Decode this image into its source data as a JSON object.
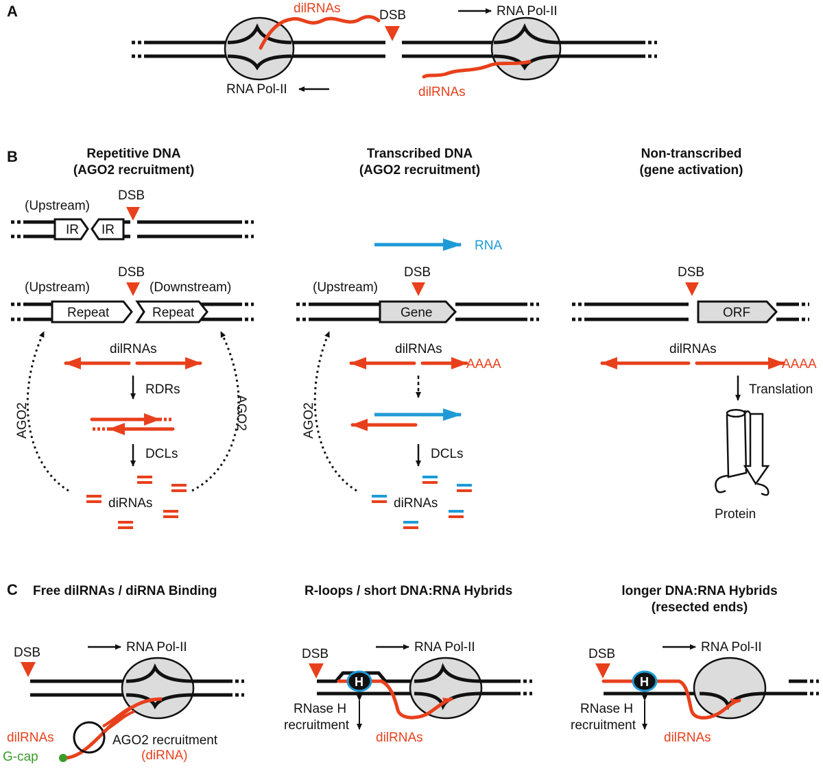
{
  "colors": {
    "rna": "#e8401c",
    "rna_blue": "#1e9bd7",
    "gcap": "#3a9a2a",
    "pol": "#dcdcdc"
  },
  "panelA": {
    "letter": "A",
    "dsb": "DSB",
    "polA": "RNA Pol-II",
    "polB": "RNA Pol-II",
    "rnaTop": "dilRNAs",
    "rnaBottom": "dilRNAs"
  },
  "panelB": {
    "letter": "B",
    "col1": {
      "title1": "Repetitive DNA",
      "title2": "(AGO2 recruitment)",
      "upstreamTop": "(Upstream)",
      "dsbTop": "DSB",
      "ir1": "IR",
      "ir2": "IR",
      "dsb": "DSB",
      "upstream": "(Upstream)",
      "downstream": "(Downstream)",
      "repeat1": "Repeat",
      "repeat2": "Repeat",
      "dilrnas": "dilRNAs",
      "rdrs": "RDRs",
      "dcls": "DCLs",
      "dirnas": "diRNAs",
      "ago2Left": "AGO2",
      "ago2Right": "AGO2"
    },
    "col2": {
      "title1": "Transcribed DNA",
      "title2": "(AGO2 recruitment)",
      "rna": "RNA",
      "dsb": "DSB",
      "upstream": "(Upstream)",
      "gene": "Gene",
      "dilrnas": "dilRNAs",
      "aaaa": "AAAA",
      "dcls": "DCLs",
      "dirnas": "diRNAs",
      "ago2": "AGO2"
    },
    "col3": {
      "title1": "Non-transcribed",
      "title2": "(gene activation)",
      "dsb": "DSB",
      "orf": "ORF",
      "dilrnas": "dilRNAs",
      "aaaa": "AAAA",
      "translation": "Translation",
      "protein": "Protein"
    }
  },
  "panelC": {
    "letter": "C",
    "col1": {
      "title": "Free dilRNAs / diRNA Binding",
      "dsb": "DSB",
      "pol": "RNA Pol-II",
      "dilrnas": "dilRNAs",
      "gcap": "G-cap",
      "ago2": "AGO2 recruitment",
      "dirna": "(diRNA)"
    },
    "col2": {
      "title": "R-loops / short DNA:RNA Hybrids",
      "dsb": "DSB",
      "pol": "RNA Pol-II",
      "h": "H",
      "rnaseh1": "RNase H",
      "rnaseh2": "recruitment",
      "dilrnas": "dilRNAs"
    },
    "col3": {
      "title1": "longer DNA:RNA Hybrids",
      "title2": "(resected ends)",
      "dsb": "DSB",
      "pol": "RNA Pol-II",
      "h": "H",
      "rnaseh1": "RNase H",
      "rnaseh2": "recruitment",
      "dilrnas": "dilRNAs"
    }
  }
}
